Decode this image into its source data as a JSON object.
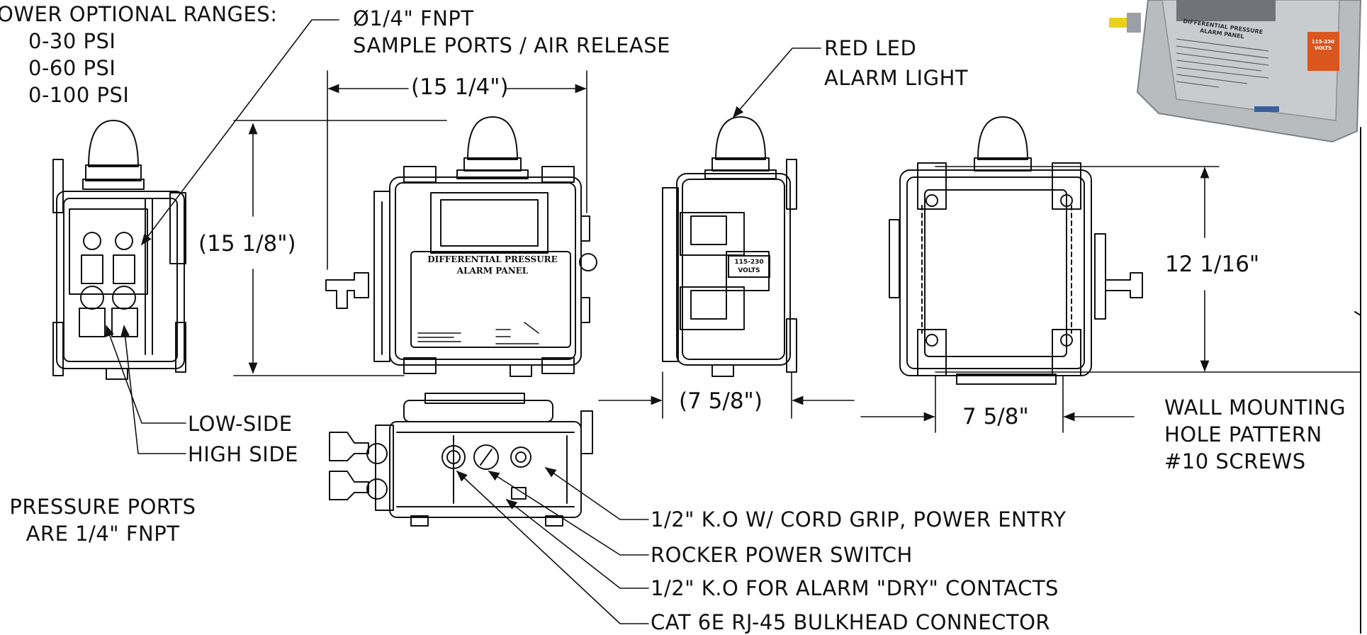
{
  "ranges": {
    "heading": "OWER OPTIONAL RANGES:",
    "items": [
      "0-30 PSI",
      "0-60 PSI",
      "0-100 PSI"
    ]
  },
  "sample_ports": {
    "line1": "Ø1/4\" FNPT",
    "line2": "SAMPLE PORTS / AIR RELEASE"
  },
  "led": {
    "line1": "RED LED",
    "line2": "ALARM LIGHT"
  },
  "dims": {
    "width_top": "(15 1/4\")",
    "height_left": "(15 1/8\")",
    "depth": "(7 5/8\")",
    "hole_width": "7 5/8\"",
    "hole_height": "12 1/16\""
  },
  "ports": {
    "low": "LOW-SIDE",
    "high": "HIGH SIDE",
    "note1": "PRESSURE PORTS",
    "note2": "ARE 1/4\" FNPT"
  },
  "wall": {
    "line1": "WALL MOUNTING",
    "line2": "HOLE PATTERN",
    "line3": "#10 SCREWS"
  },
  "bottom_callouts": [
    "1/2\" K.O W/ CORD GRIP, POWER ENTRY",
    "ROCKER POWER SWITCH",
    "1/2\" K.O FOR ALARM \"DRY\" CONTACTS",
    "CAT 6E RJ-45 BULKHEAD CONNECTOR"
  ],
  "panel": {
    "title1": "DIFFERENTIAL PRESSURE",
    "title2": "ALARM PANEL",
    "voltage1": "115-230",
    "voltage2": "VOLTS"
  },
  "colors": {
    "line": "#111111",
    "photo_body": "#b9bcbf",
    "photo_label": "#d9561f",
    "photo_handle": "#e8d21a"
  }
}
